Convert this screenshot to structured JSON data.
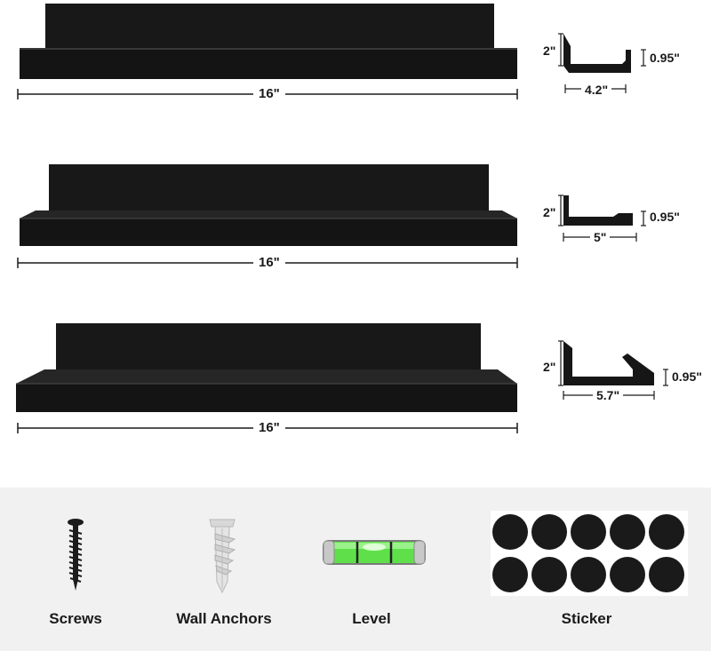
{
  "shelves": [
    {
      "length_label": "16\"",
      "height_label": "2\"",
      "lip_label": "0.95\"",
      "depth_label": "4.2\""
    },
    {
      "length_label": "16\"",
      "height_label": "2\"",
      "lip_label": "0.95\"",
      "depth_label": "5\""
    },
    {
      "length_label": "16\"",
      "height_label": "2\"",
      "lip_label": "0.95\"",
      "depth_label": "5.7\""
    }
  ],
  "accessories": [
    {
      "label": "Screws",
      "icon": "screw-icon"
    },
    {
      "label": "Wall Anchors",
      "icon": "wall-anchor-icon"
    },
    {
      "label": "Level",
      "icon": "bubble-level-icon"
    },
    {
      "label": "Sticker",
      "icon": "round-sticker-sheet-icon"
    }
  ],
  "colors": {
    "shelf": "#161616",
    "shelf_edge": "#3a3a3a",
    "panel": "#f1f1f1",
    "level_liquid": "#5fe04a",
    "sticker": "#1a1a1a"
  }
}
